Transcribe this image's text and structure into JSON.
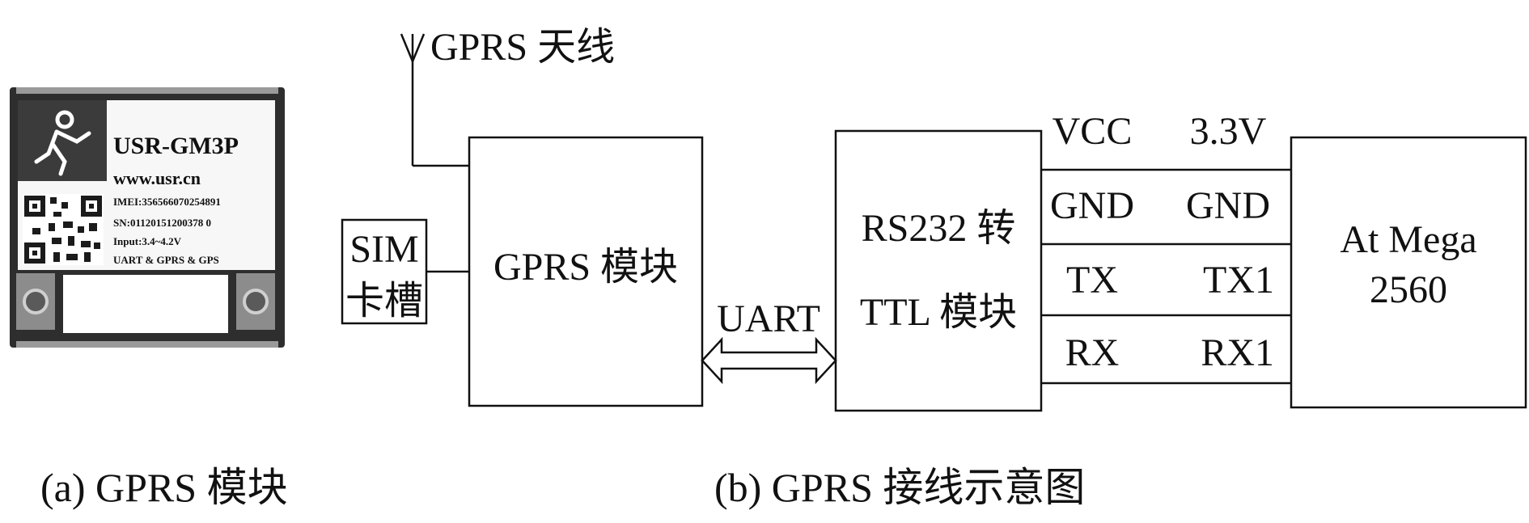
{
  "module_photo": {
    "model": "USR-GM3P",
    "website": "www.usr.cn",
    "imei": "IMEI:356566070254891",
    "sn": "SN:01120151200378 0",
    "input": "Input:3.4~4.2V",
    "features": "UART & GPRS & GPS"
  },
  "diagram": {
    "antenna_label": "GPRS 天线",
    "sim_label_line1": "SIM",
    "sim_label_line2": "卡槽",
    "gprs_module_label": "GPRS 模块",
    "uart_label": "UART",
    "converter_line1": "RS232 转",
    "converter_line2": "TTL 模块",
    "mcu_line1": "At Mega",
    "mcu_line2": "2560",
    "signals": [
      {
        "left": "VCC",
        "right": "3.3V"
      },
      {
        "left": "GND",
        "right": "GND"
      },
      {
        "left": "TX",
        "right": "TX1"
      },
      {
        "left": "RX",
        "right": "RX1"
      }
    ]
  },
  "captions": {
    "a": "(a) GPRS 模块",
    "b": "(b) GPRS 接线示意图"
  }
}
